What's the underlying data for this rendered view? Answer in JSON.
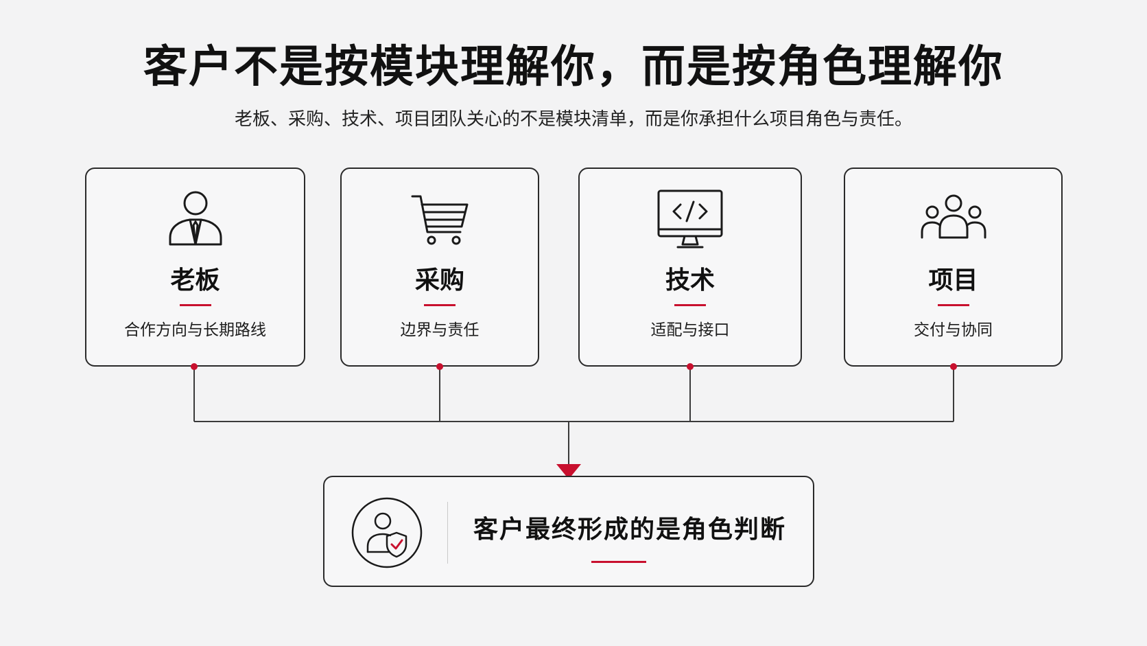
{
  "header": {
    "title": "客户不是按模块理解你，而是按角色理解你",
    "subtitle": "老板、采购、技术、项目团队关心的不是模块清单，而是你承担什么项目角色与责任。"
  },
  "roles": [
    {
      "name": "老板",
      "description": "合作方向与长期路线",
      "icon": "businessman-icon"
    },
    {
      "name": "采购",
      "description": "边界与责任",
      "icon": "shopping-cart-icon"
    },
    {
      "name": "技术",
      "description": "适配与接口",
      "icon": "code-monitor-icon"
    },
    {
      "name": "项目",
      "description": "交付与协同",
      "icon": "team-icon"
    }
  ],
  "result": {
    "text": "客户最终形成的是角色判断",
    "icon": "user-shield-check-icon"
  },
  "colors": {
    "accent": "#c8102e",
    "stroke": "#2a2a2a",
    "background": "#f3f3f4"
  }
}
